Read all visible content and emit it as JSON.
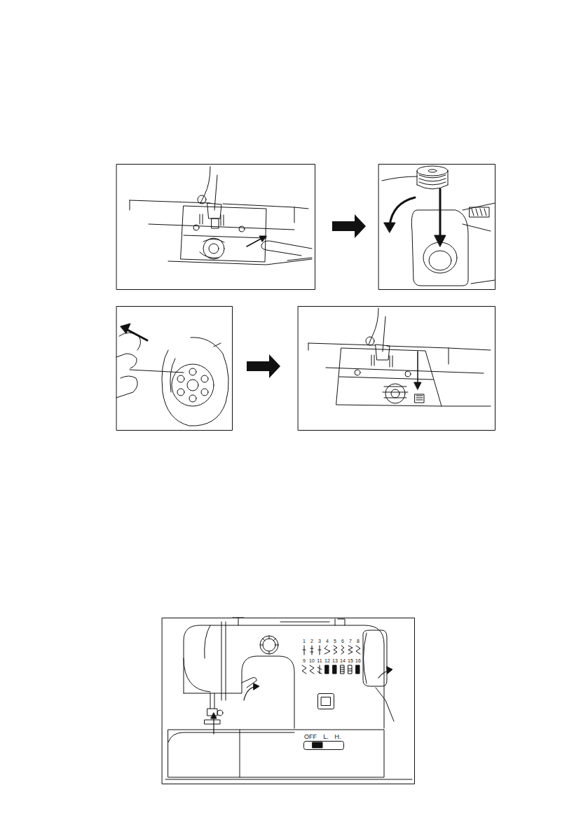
{
  "diagram": {
    "labels": [
      "1",
      "2",
      "3",
      "4",
      "5",
      "6",
      "7",
      "8",
      "9",
      "10",
      "11",
      "12",
      "13",
      "14",
      "15",
      "16",
      "OFF",
      "L.",
      "H."
    ]
  }
}
